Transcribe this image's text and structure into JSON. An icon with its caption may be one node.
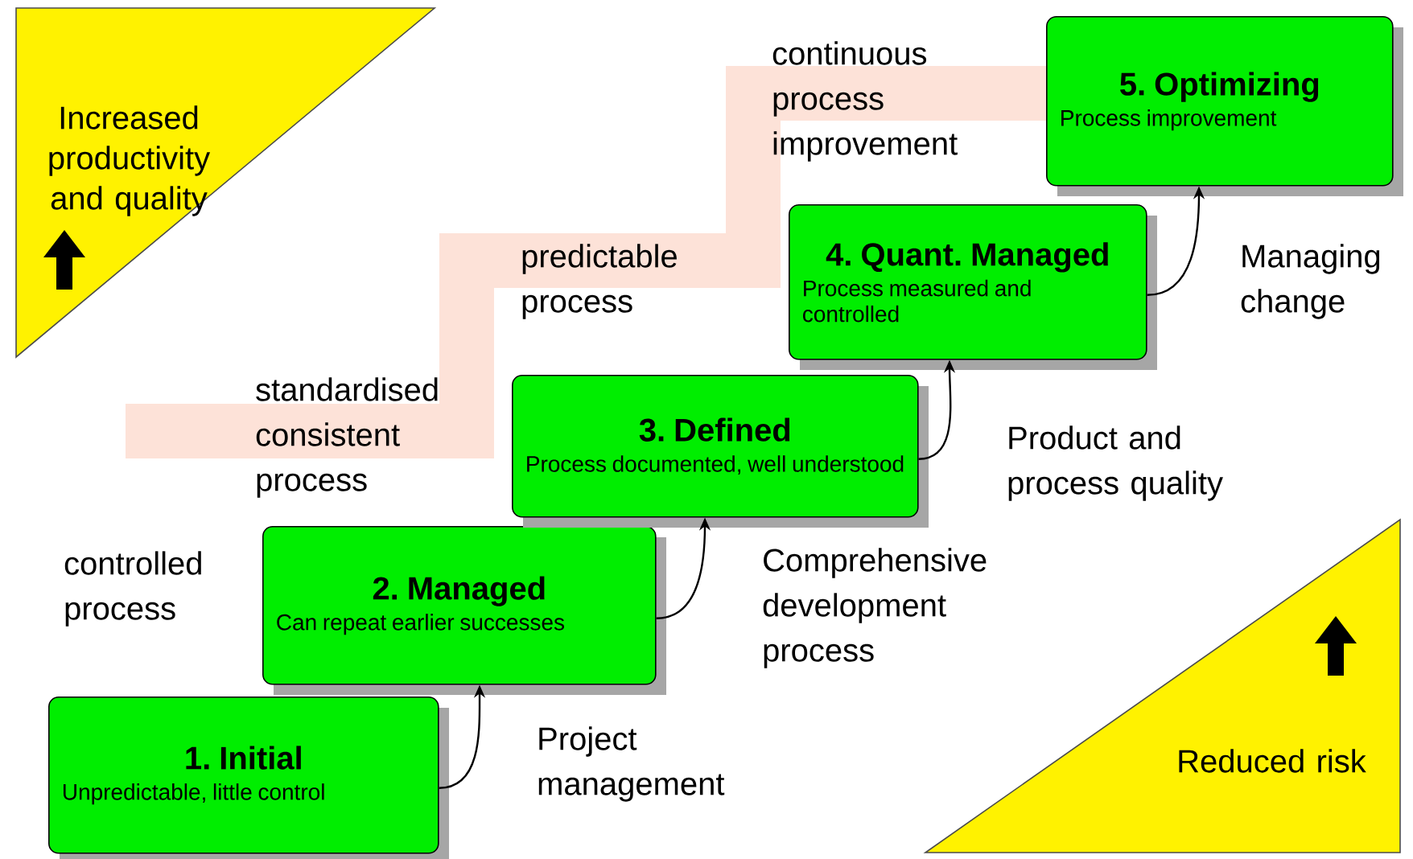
{
  "diagram": {
    "nodes": [
      {
        "text": [
          "1. Initial",
          "Unpredictable, little control"
        ]
      },
      {
        "text": [
          "2. Managed",
          "Can repeat earlier successes"
        ]
      },
      {
        "text": [
          "3. Defined",
          "Process documented, well understood"
        ]
      },
      {
        "text": [
          "4. Quant. Managed",
          "Process measured and controlled"
        ]
      },
      {
        "text": [
          "5. Optimizing",
          "Process improvement"
        ]
      },
      {
        "text": [
          "Increased productivity and quality"
        ]
      },
      {
        "text": [
          "Reduced risk"
        ]
      }
    ],
    "edges": [
      {
        "from": 0,
        "to": 1,
        "arrow": "to",
        "label": "Project management"
      },
      {
        "from": 1,
        "to": 2,
        "arrow": "to",
        "label": "Comprehensive development process"
      },
      {
        "from": 2,
        "to": 3,
        "arrow": "to",
        "label": "Product and process quality"
      },
      {
        "from": 3,
        "to": 4,
        "arrow": "to",
        "label": "Managing change"
      }
    ],
    "labels": [
      "continuous process improvement",
      "predictable process",
      "standardised consistent process",
      "controlled process"
    ]
  }
}
